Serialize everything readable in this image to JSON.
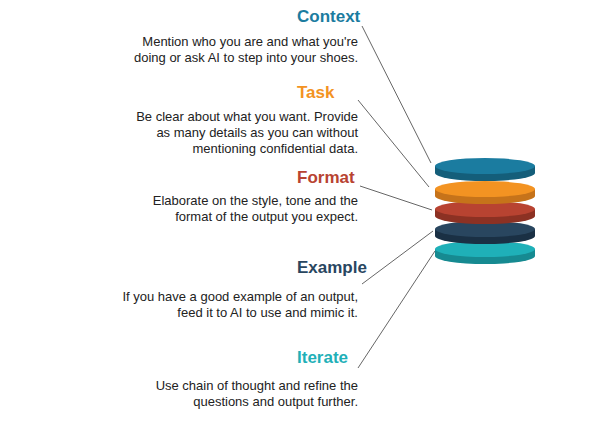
{
  "diagram": {
    "labels": [
      "Context",
      "Mention who you are and what you're doing or ask AI to step into your shoes.",
      "Task",
      "Be clear about what you want. Provide as many details as you can without mentioning confidential data.",
      "Format",
      "Elaborate on the style, tone and the format of the output you expect.",
      "Example",
      "If you have a good example of an output, feed it to AI to use and mimic it.",
      "Iterate",
      "Use chain of thought and refine the questions and output further."
    ]
  }
}
